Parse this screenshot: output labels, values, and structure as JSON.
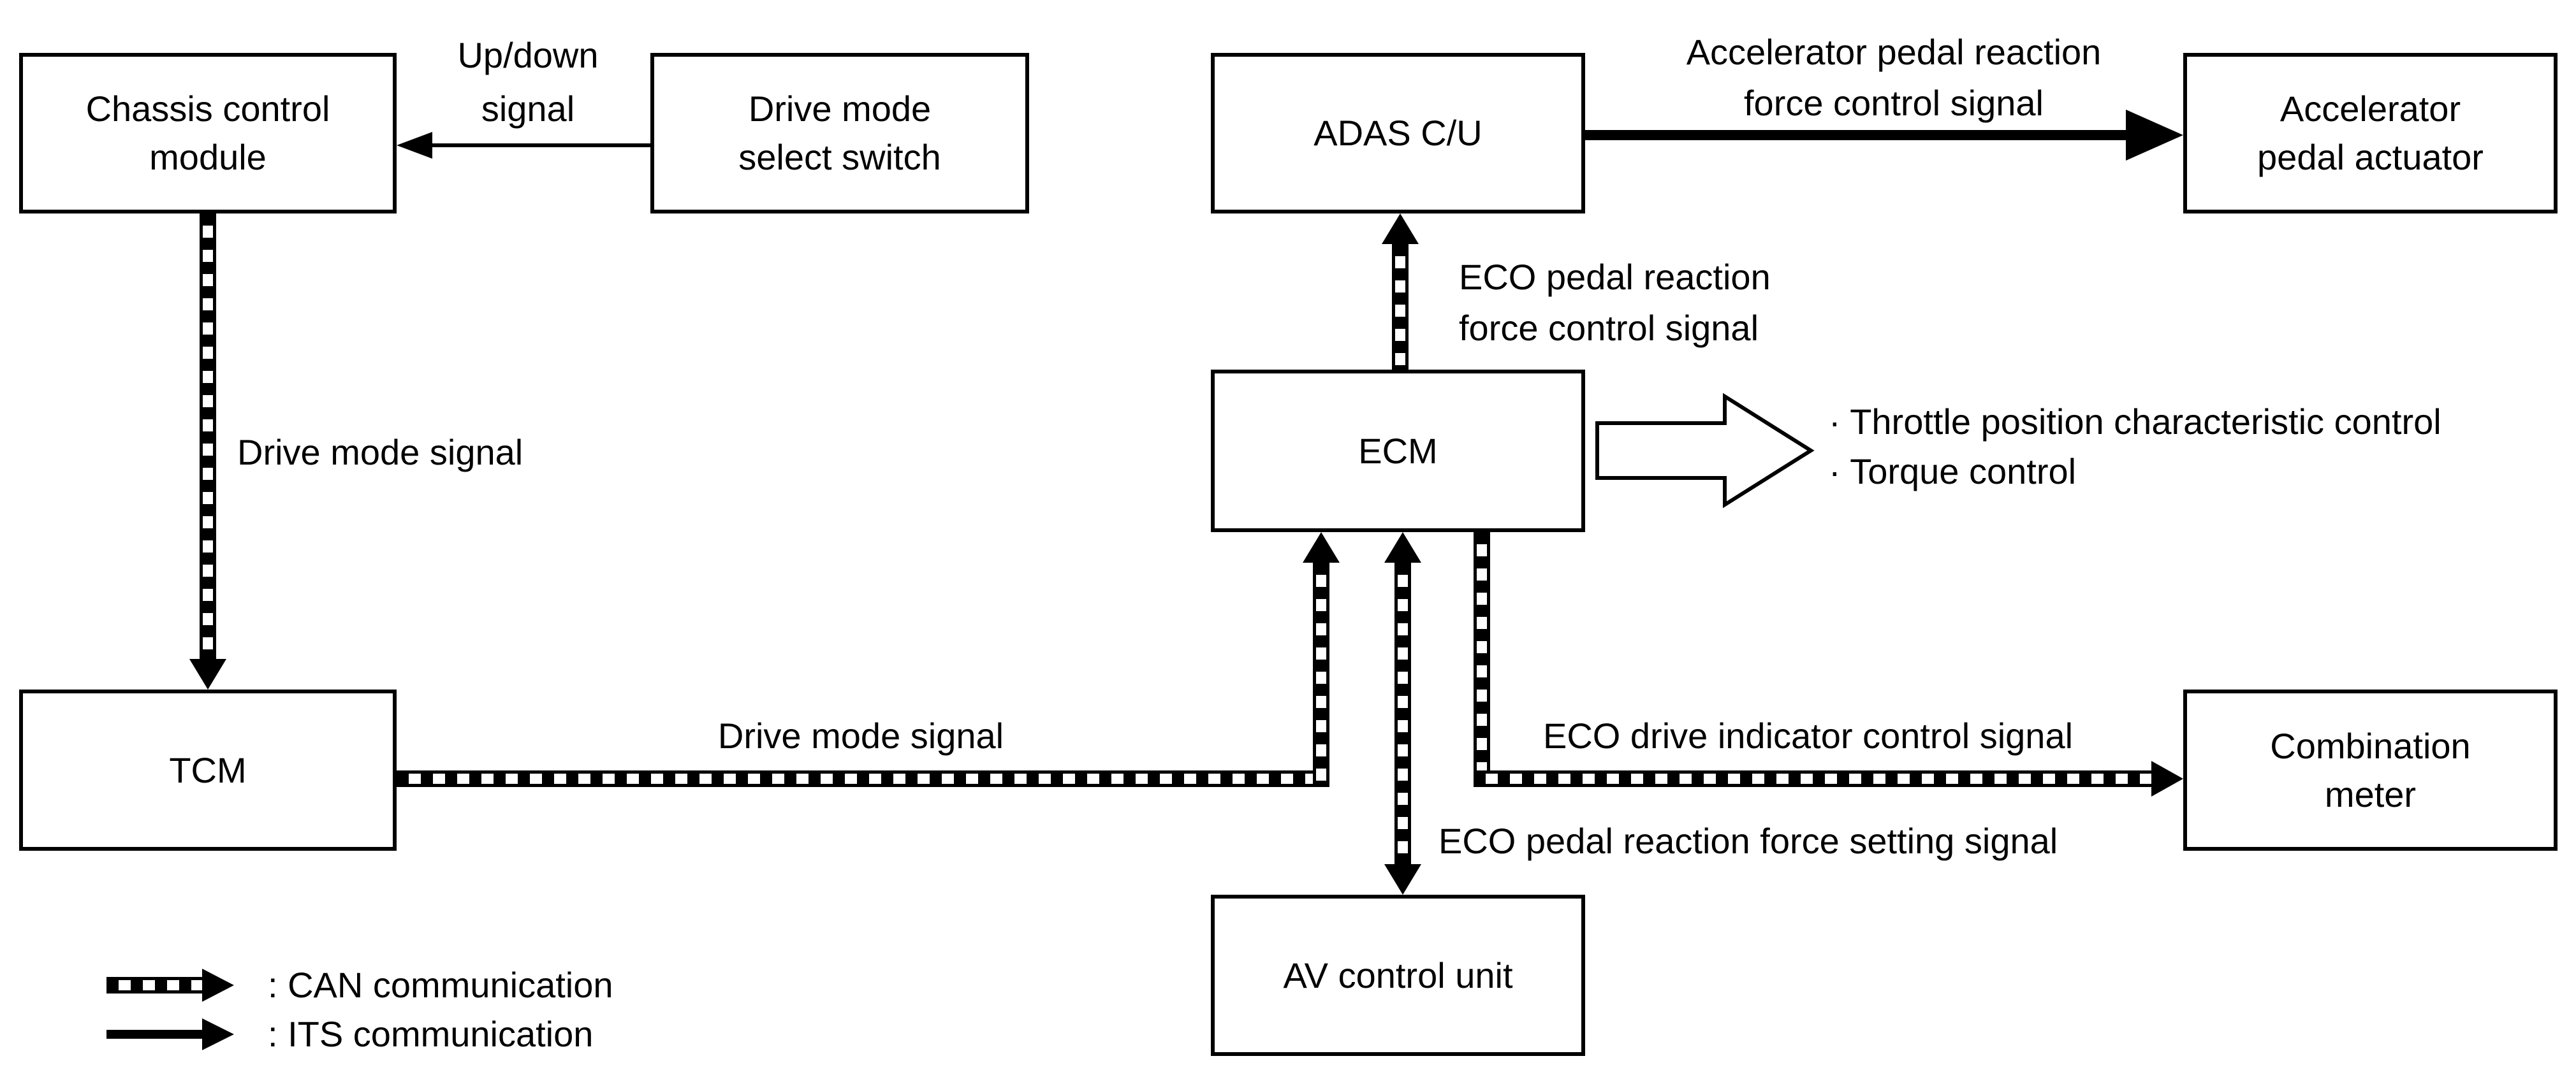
{
  "colors": {
    "ink": "#000000",
    "paper": "#ffffff"
  },
  "boxes": {
    "chassis": [
      "Chassis control",
      "module"
    ],
    "drive_mode_switch": [
      "Drive mode",
      "select switch"
    ],
    "adas": [
      "ADAS C/U"
    ],
    "accel_actuator": [
      "Accelerator",
      "pedal actuator"
    ],
    "ecm": [
      "ECM"
    ],
    "tcm": [
      "TCM"
    ],
    "comb_meter": [
      "Combination",
      "meter"
    ],
    "av_unit": [
      "AV control unit"
    ]
  },
  "labels": {
    "up_down": [
      "Up/down",
      "signal"
    ],
    "accel_reaction": [
      "Accelerator pedal reaction",
      "force control signal"
    ],
    "eco_reaction": [
      "ECO pedal reaction",
      "force control signal"
    ],
    "ecm_outputs": [
      "· Throttle position characteristic control",
      "· Torque control"
    ],
    "drive_mode_chassis": "Drive mode signal",
    "drive_mode_tcm": "Drive mode signal",
    "eco_indicator": "ECO drive indicator control signal",
    "eco_setting": "ECO pedal reaction force setting signal"
  },
  "legend": {
    "can": ": CAN communication",
    "its": ": ITS communication"
  }
}
